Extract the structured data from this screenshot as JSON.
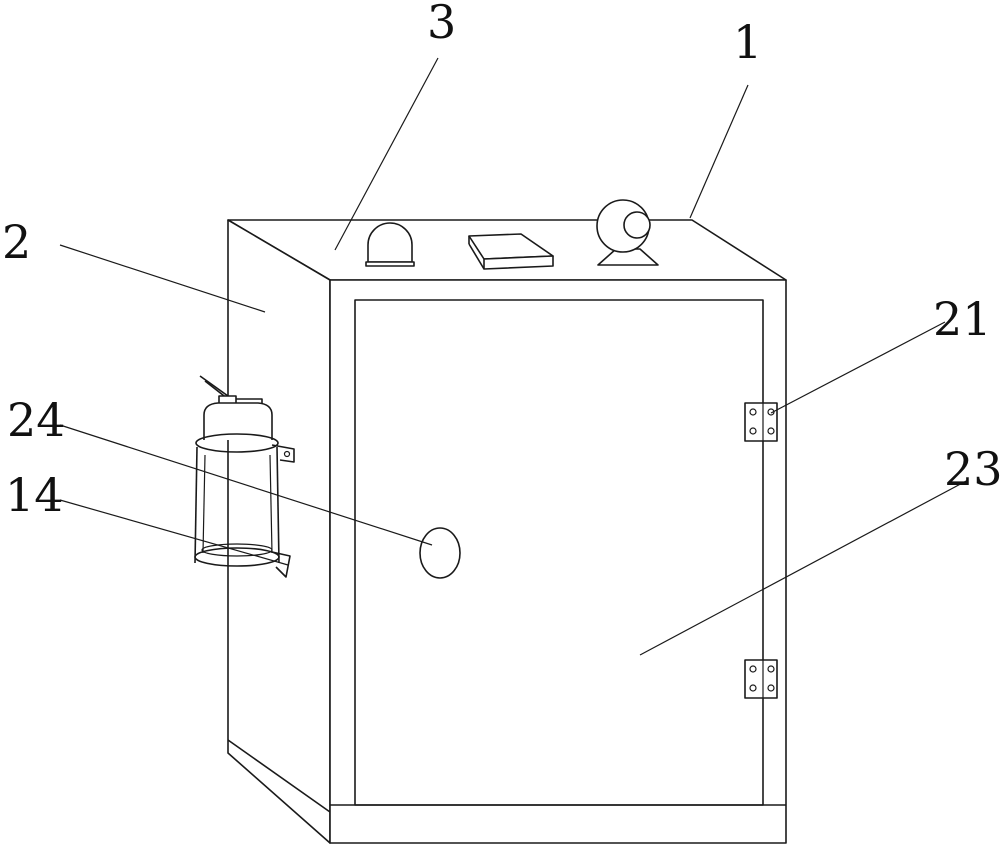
{
  "labels": {
    "l1": "1",
    "l2": "2",
    "l3": "3",
    "l14": "14",
    "l21": "21",
    "l23": "23",
    "l24": "24"
  }
}
